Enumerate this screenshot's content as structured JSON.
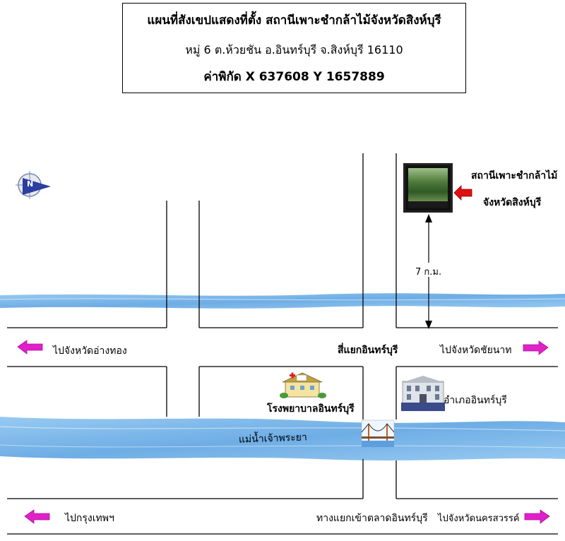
{
  "title": {
    "line1": "แผนที่สังเขปแสดงที่ตั้ง สถานีเพาะชำกล้าไม้จังหวัดสิงห์บุรี",
    "line2": "หมู่ 6 ต.ห้วยชัน อ.อินทร์บุรี จ.สิงห์บุรี 16110",
    "line3": "ค่าพิกัด X 637608  Y 1657889"
  },
  "station": {
    "label_line1": "สถานีเพาะชำกล้าไม้",
    "label_line2": "จังหวัดสิงห์บุรี"
  },
  "distance_label": "7 ก.ม.",
  "places": {
    "intersection": "สี่แยกอินทร์บุรี",
    "hospital": "โรงพยาบาลอินทร์บุรี",
    "district_office": "อำเภออินทร์บุรี",
    "river": "แม่น้ำเจ้าพระยา",
    "market_junction": "ทางแยกเข้าตลาดอินทร์บุรี"
  },
  "directions": {
    "to_angthong": "ไปจังหวัดอ่างทอง",
    "to_chainat": "ไปจังหวัดชัยนาท",
    "to_bangkok": "ไปกรุงเทพฯ",
    "to_nakhonsawan": "ไปจังหวัดนครสวรรค์"
  },
  "compass_letter": "N",
  "colors": {
    "river": "#6fb0e8",
    "direction_arrow": "#e020c8",
    "pointer_arrow": "#e01010",
    "compass": "#2a3fa0"
  }
}
